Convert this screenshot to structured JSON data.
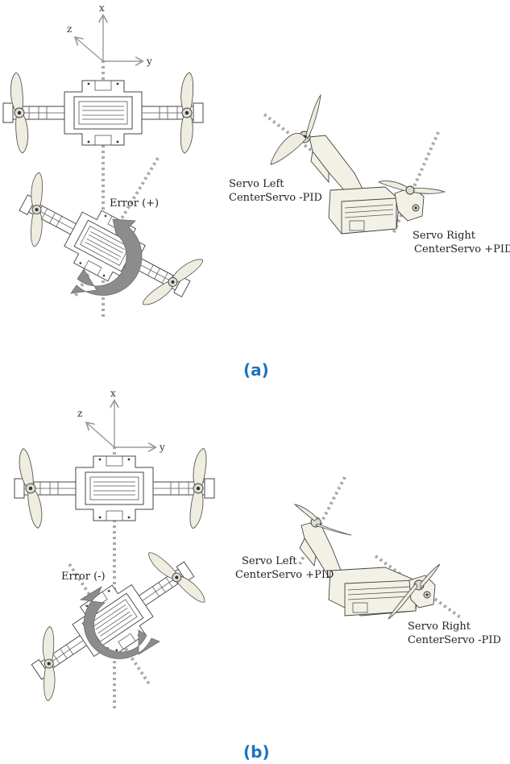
{
  "panels": [
    {
      "label": "(a)",
      "axes": {
        "x": "x",
        "y": "y",
        "z": "z"
      },
      "error_label": "Error (+)",
      "servo_left": {
        "line1": "Servo Left",
        "line2": "CenterServo -PID"
      },
      "servo_right": {
        "line1": "Servo Right",
        "line2": "CenterServo +PID"
      }
    },
    {
      "label": "(b)",
      "axes": {
        "x": "x",
        "y": "y",
        "z": "z"
      },
      "error_label": "Error (-)",
      "servo_left": {
        "line1": "Servo Left",
        "line2": "CenterServo +PID"
      },
      "servo_right": {
        "line1": "Servo Right",
        "line2": "CenterServo -PID"
      }
    }
  ],
  "colors": {
    "panel_label": "#1e73be",
    "reference_line": "#a9a9a9",
    "rotation_arrow": "#8c8c8c",
    "propeller": "#efeddf"
  },
  "icons": [
    "quadrotor-top-view",
    "quadrotor-rotated-view",
    "tricopter-3d-view",
    "rotation-arrow"
  ]
}
